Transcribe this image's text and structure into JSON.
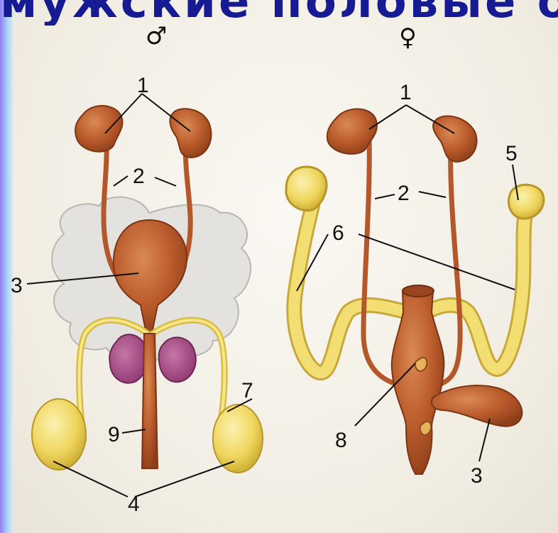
{
  "header": {
    "title_fragment": "мужские половые органы"
  },
  "symbols": {
    "male": "♂",
    "female": "♀"
  },
  "labels": {
    "m1": "1",
    "m2": "2",
    "m3": "3",
    "m4": "4",
    "m7": "7",
    "m9": "9",
    "f1": "1",
    "f2": "2",
    "f3": "3",
    "f5": "5",
    "f6": "6",
    "f8": "8"
  },
  "colors": {
    "organ": "#b95a2b",
    "organ_dark": "#8e3e1a",
    "gland_yellow": "#f2dc6a",
    "prostate_purple": "#a84a86",
    "tissue_gray": "#e4e3e0",
    "title_blue": "#161b94"
  }
}
